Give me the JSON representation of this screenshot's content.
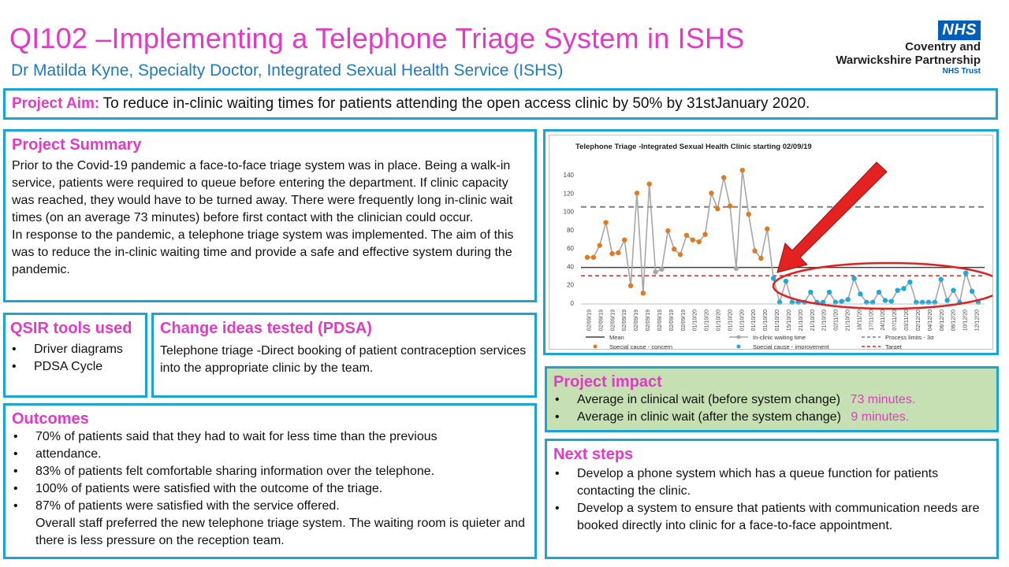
{
  "header": {
    "title": "QI102 –Implementing a Telephone Triage System in ISHS",
    "subtitle": "Dr Matilda Kyne, Specialty Doctor, Integrated Sexual Health Service (ISHS)"
  },
  "logo": {
    "nhs": "NHS",
    "line1": "Coventry and",
    "line2": "Warwickshire Partnership",
    "line3": "NHS Trust"
  },
  "aim": {
    "label": "Project Aim:",
    "text": "To reduce in-clinic waiting times for patients attending the open access clinic by 50% by 31stJanuary 2020."
  },
  "summary": {
    "heading": "Project Summary",
    "p1": "Prior to the Covid-19 pandemic a face-to-face triage system was in place. Being a walk-in service, patients were required to queue before entering the department. If clinic capacity was reached, they would have to be turned away. There were frequently long in-clinic wait times (on an average 73 minutes) before first contact with the clinician could occur.",
    "p2": "In response to the pandemic, a telephone triage system was implemented. The aim of this was to reduce the in-clinic waiting time and provide a safe and effective system during the pandemic."
  },
  "qsir": {
    "heading": "QSIR tools used",
    "items": [
      "Driver diagrams",
      "PDSA Cycle"
    ]
  },
  "change": {
    "heading": "Change ideas tested (PDSA)",
    "text": "Telephone triage -Direct booking of patient contraception services into the appropriate clinic by the team."
  },
  "outcomes": {
    "heading": "Outcomes",
    "items": [
      "70% of patients said that they had to wait for less time than the previous",
      "attendance.",
      "83% of patients felt comfortable sharing information over the telephone.",
      "100% of patients were satisfied with the outcome of the triage.",
      "87% of patients were satisfied with the service offered.\nOverall staff preferred the new telephone triage system. The waiting room is quieter and there is less pressure on the reception team."
    ]
  },
  "impact": {
    "heading": "Project impact",
    "items": [
      {
        "label": "Average in clinical wait (before system change)",
        "value": "73 minutes."
      },
      {
        "label": "Average in clinic wait (after the system change)",
        "value": "9 minutes."
      }
    ]
  },
  "next": {
    "heading": "Next steps",
    "items": [
      "Develop a phone system which has a queue function for patients contacting the clinic.",
      "Develop a system to ensure that patients with communication needs are booked directly into clinic for a face-to-face appointment."
    ]
  },
  "chart_data": {
    "type": "line",
    "title": "Telephone Triage -Integrated Sexual Health Clinic starting 02/09/19",
    "ylim": [
      0,
      140
    ],
    "yticks": [
      0,
      20,
      40,
      60,
      80,
      100,
      120,
      140
    ],
    "x_tick_labels": [
      "02/09/19",
      "02/09/19",
      "02/09/19",
      "02/09/19",
      "02/09/19",
      "02/09/19",
      "02/09/19",
      "02/09/19",
      "02/09/19",
      "01/10/20",
      "01/10/20",
      "01/10/20",
      "01/10/20",
      "01/10/20",
      "01/10/20",
      "01/10/20",
      "01/10/20",
      "15/10/20",
      "21/10/20",
      "21/10/20",
      "21/10/20",
      "02/11/20",
      "21/10/20",
      "18/11/20",
      "17/11/20",
      "24/11/20",
      "07/11/20",
      "03/11/20",
      "02/12/20",
      "04/12/20",
      "06/12/20",
      "08/12/20",
      "10/12/20",
      "12/12/20"
    ],
    "series": [
      {
        "name": "In-clinic waiting time",
        "color": "#a6a6a6",
        "values": [
          50,
          50,
          63,
          88,
          54,
          55,
          69,
          19,
          120,
          11,
          130,
          34,
          37,
          79,
          59,
          53,
          74,
          69,
          67,
          75,
          120,
          103,
          137,
          106,
          38,
          145,
          97,
          57,
          49,
          81,
          27,
          1,
          24,
          1,
          1,
          1,
          12,
          1,
          1,
          12,
          1,
          2,
          4,
          27,
          10,
          1,
          1,
          12,
          3,
          2,
          14,
          16,
          23,
          1,
          1,
          1,
          1,
          26,
          3,
          14,
          1,
          33,
          13,
          1
        ]
      },
      {
        "name": "Mean",
        "color": "#404040",
        "y": 39
      },
      {
        "name": "Process limits - 3σ",
        "color": "#7f7f7f",
        "y": 105
      },
      {
        "name": "Target",
        "color": "#e02020",
        "y": 30
      }
    ],
    "special_cause_concern_color": "#e07b20",
    "special_cause_improvement_color": "#1ea9d8",
    "legend": [
      "Mean",
      "In-clinic waiting time",
      "Process limits - 3σ",
      "Special cause - concern",
      "Special cause - improvement",
      "Target"
    ],
    "legend_position": "bottom"
  }
}
